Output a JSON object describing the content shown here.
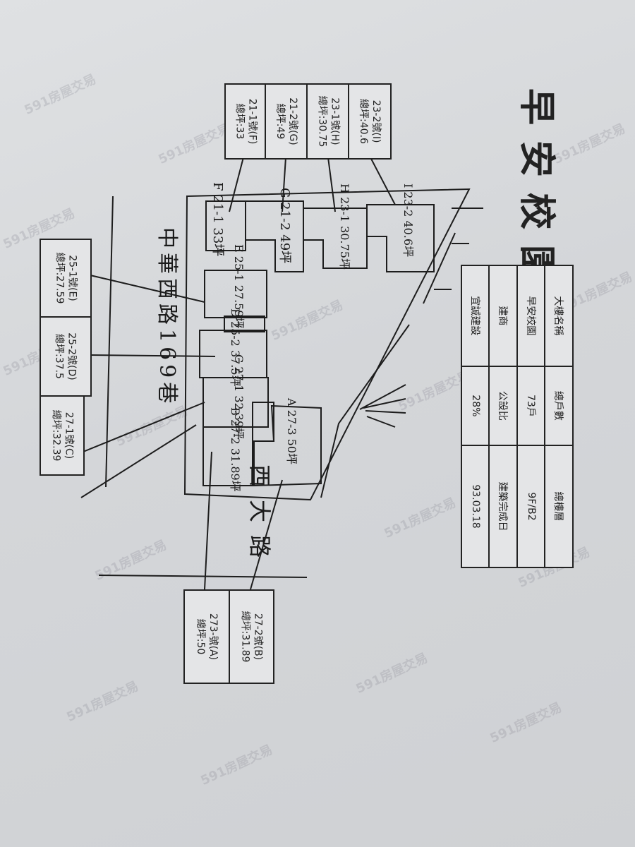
{
  "title": "早安校園",
  "info_table": {
    "row1": [
      "大樓名稱",
      "總戶數",
      "總樓層"
    ],
    "row2": [
      "早安校園",
      "73戶",
      "9F/B2"
    ],
    "row3": [
      "建商",
      "公設比",
      "建築完成日"
    ],
    "row4": [
      "宜誠建設",
      "28%",
      "93.03.18"
    ]
  },
  "top_boxes": [
    {
      "unit": "21-1號(F)",
      "area": "總坪:33"
    },
    {
      "unit": "21-2號(G)",
      "area": "總坪:49"
    },
    {
      "unit": "23-1號(H)",
      "area": "總坪:30.75"
    },
    {
      "unit": "23-2號(I)",
      "area": "總坪:40.6"
    }
  ],
  "left_boxes": [
    {
      "unit": "25-1號(E)",
      "area": "總坪:27.59"
    },
    {
      "unit": "25-2號(D)",
      "area": "總坪:37.5"
    },
    {
      "unit": "27-1號(C)",
      "area": "總坪:32.39"
    }
  ],
  "bottom_boxes": [
    {
      "unit": "27-2號(B)",
      "area": "總坪:31.89"
    },
    {
      "unit": "273-號(A)",
      "area": "總坪:50"
    }
  ],
  "plan_labels": {
    "F": "F 21-1 33坪",
    "G": "G 21-2 49坪",
    "H": "H 23-1 30.75坪",
    "I": "I 23-2 40.6坪",
    "E": "E 25-1 27.59坪",
    "D": "D 25-2 37.5坪",
    "C": "C 27-1 32.39坪",
    "B": "B 27-2 31.89坪",
    "A": "A 27-3 50坪"
  },
  "streets": {
    "left": "中華西路169巷",
    "bottom": "西大路"
  },
  "watermark": "591房屋交易"
}
